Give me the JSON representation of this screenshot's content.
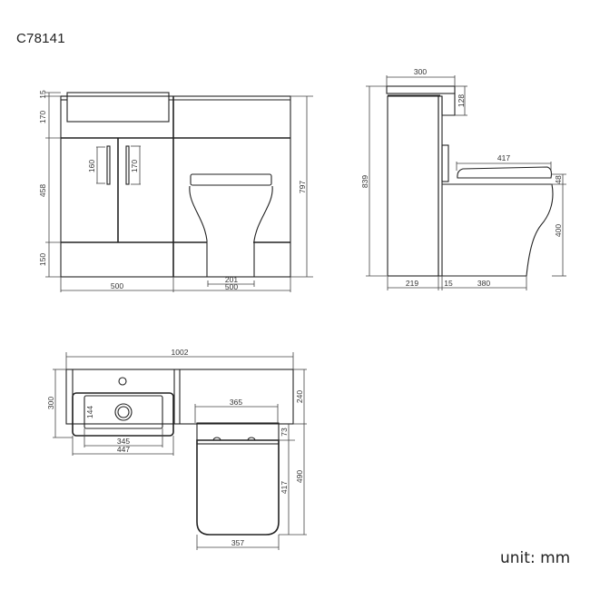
{
  "header": {
    "product_code": "C78141"
  },
  "footer": {
    "unit_label": "unit: mm"
  },
  "front_view": {
    "dims": {
      "basin_top": "15",
      "top_panel": "170",
      "door_section": "458",
      "plinth": "150",
      "handle_left": "160",
      "handle_right": "170",
      "vanity_width": "500",
      "wc_unit_width": "500",
      "pan_base_width": "201",
      "total_height": "797"
    }
  },
  "side_view": {
    "dims": {
      "basin_depth": "300",
      "basin_height": "128",
      "total_height": "839",
      "seat_length": "417",
      "seat_thickness": "48",
      "pan_height": "400",
      "unit_depth": "219",
      "gap": "15",
      "pan_depth": "380"
    }
  },
  "top_view": {
    "dims": {
      "total_width": "1002",
      "depth": "300",
      "basin_inner_depth": "144",
      "basin_inner_width": "345",
      "basin_outer_width": "447",
      "wc_depth": "240",
      "pan_width_top": "365",
      "pan_offset": "73",
      "seat_length": "417",
      "pan_projection": "490",
      "seat_width": "357"
    }
  }
}
